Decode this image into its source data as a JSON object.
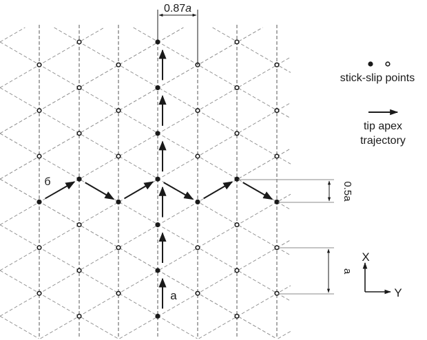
{
  "labels": {
    "spacing_top": "0.87",
    "spacing_top_unit": "a",
    "half_period": "0.5a",
    "period": "a",
    "path_a": "a",
    "path_b": "б"
  },
  "legend": {
    "points_label": "stick-slip points",
    "trajectory_line1": "tip apex",
    "trajectory_line2": "trajectory"
  },
  "axes": {
    "x_label": "X",
    "y_label": "Y"
  },
  "colors": {
    "ink": "#1a1a1a",
    "grid": "#777777",
    "guide": "#8a8a8a"
  }
}
